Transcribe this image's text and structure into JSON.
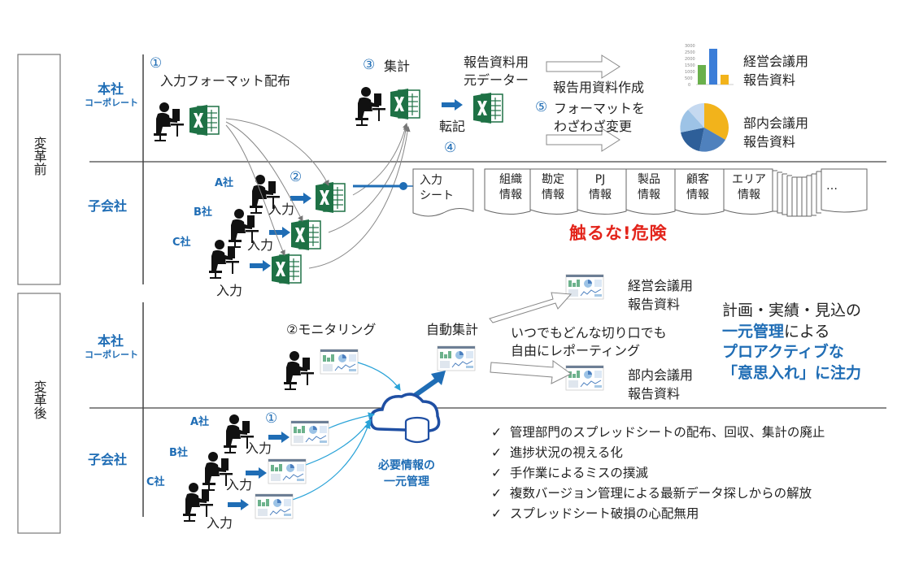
{
  "sections": {
    "before": "変革前",
    "after": "変革後"
  },
  "rows": {
    "hq_before": [
      "本社",
      "コーポレート"
    ],
    "sub_before": "子会社",
    "hq_after": [
      "本社",
      "コーポレート"
    ],
    "sub_after": "子会社"
  },
  "before": {
    "step1_num": "①",
    "step1": "入力フォーマット配布",
    "step2_num": "②",
    "step3_num": "③",
    "step3": "集計",
    "step4_num": "④",
    "tenki": "転記",
    "report_source": [
      "報告資料用",
      "元データー"
    ],
    "report_create": "報告用資料作成",
    "step5_num": "⑤",
    "step5": [
      "フォーマットを",
      "わざわざ変更"
    ],
    "report_mgmt": [
      "経営会議用",
      "報告資料"
    ],
    "report_dept": [
      "部内会議用",
      "報告資料"
    ],
    "companies": [
      "A社",
      "B社",
      "C社"
    ],
    "input": "入力",
    "input_sheet": [
      "入力",
      "シート"
    ],
    "sheets": [
      [
        "組織",
        "情報"
      ],
      [
        "勘定",
        "情報"
      ],
      [
        "PJ",
        "情報"
      ],
      [
        "製品",
        "情報"
      ],
      [
        "顧客",
        "情報"
      ],
      [
        "エリア",
        "情報"
      ]
    ],
    "ellipsis": "…",
    "danger": "触るな!危険"
  },
  "after": {
    "step2": "②モニタリング",
    "step1_num": "①",
    "auto": "自動集計",
    "anytime": [
      "いつでもどんな切り口でも",
      "自由にレポーティング"
    ],
    "report_mgmt": [
      "経営会議用",
      "報告資料"
    ],
    "report_dept": [
      "部内会議用",
      "報告資料"
    ],
    "message": [
      "計画・実績・見込の",
      "一元管理",
      "による",
      "プロアクティブな",
      "「意思入れ」に注力"
    ],
    "companies": [
      "A社",
      "B社",
      "C社"
    ],
    "input": "入力",
    "cloud_label": [
      "必要情報の",
      "一元管理"
    ],
    "benefits": [
      "管理部門のスプレッドシートの配布、回収、集計の廃止",
      "進捗状況の視える化",
      "手作業によるミスの撲滅",
      "複数バージョン管理による最新データ探しからの解放",
      "スプレッドシート破損の心配無用"
    ],
    "check_mark": "✓"
  },
  "icons": {
    "excel": "X",
    "bar_chart_axis": [
      "3000",
      "2500",
      "2000",
      "1500",
      "1000",
      "500",
      "0"
    ]
  },
  "colors": {
    "accent_blue": "#1f6db5",
    "excel_green": "#1e7145",
    "danger_red": "#e3241b"
  }
}
